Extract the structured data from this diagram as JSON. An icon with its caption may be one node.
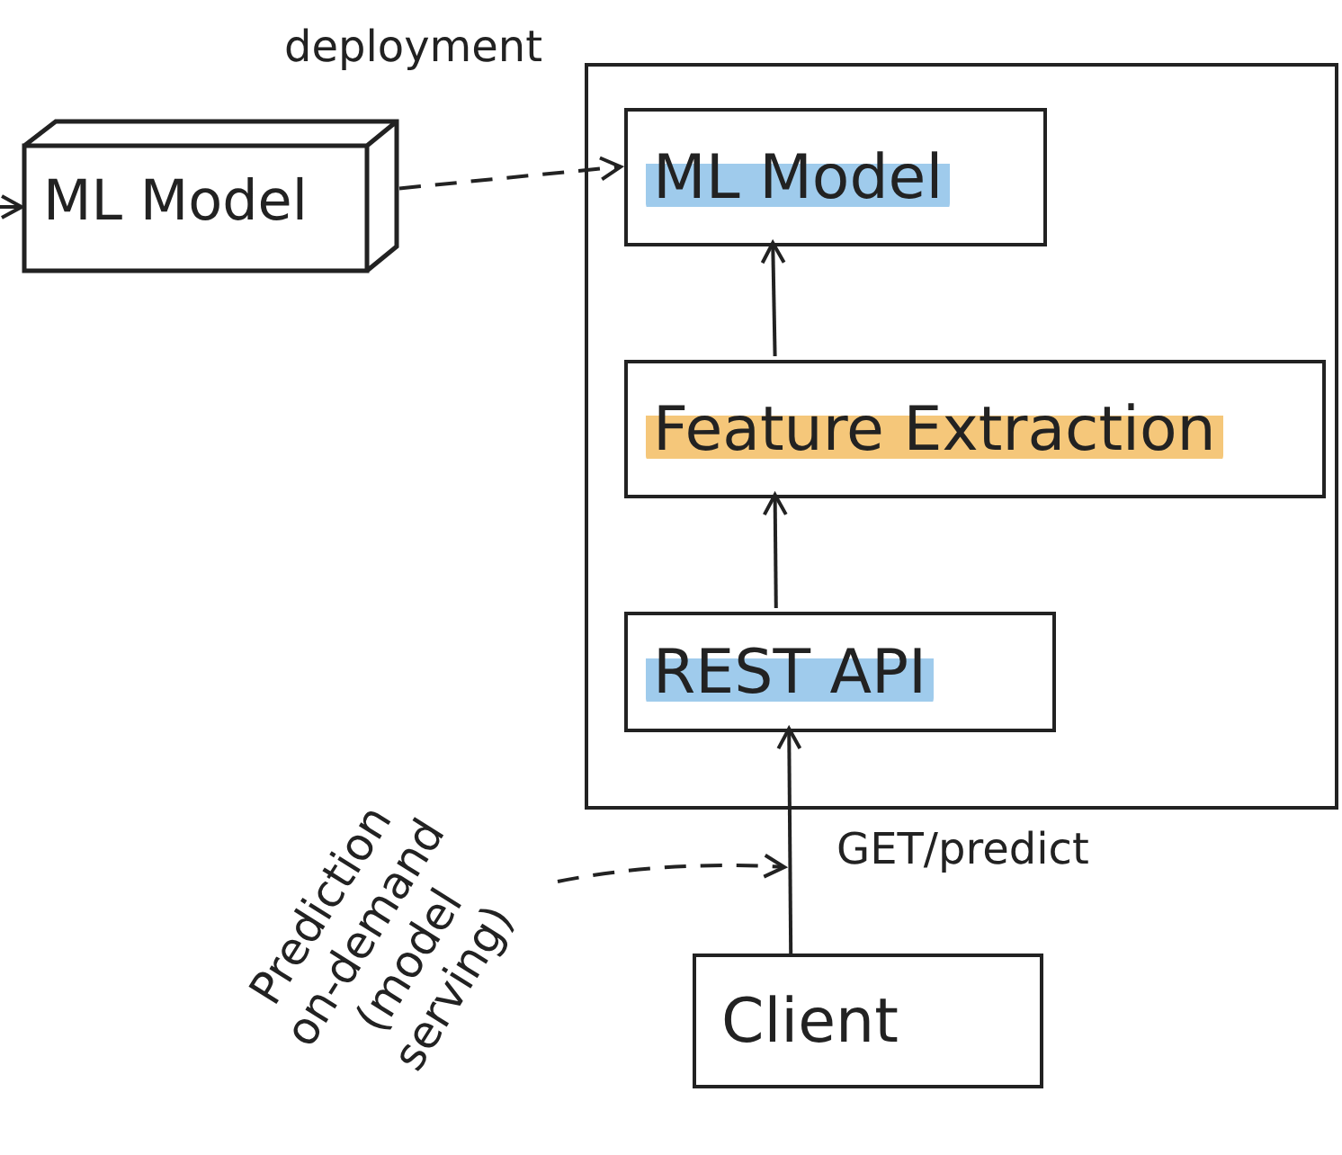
{
  "diagram": {
    "nodes": [
      {
        "text": [
          "ML Model"
        ]
      },
      {
        "text": [],
        "shape": "box"
      },
      {
        "text": [
          "ML Model"
        ],
        "in": 1
      },
      {
        "text": [
          "Feature Extraction"
        ],
        "in": 1
      },
      {
        "text": [
          "REST API"
        ],
        "in": 1
      },
      {
        "text": [
          "Client"
        ]
      },
      {
        "text": [
          "Prediction on-demand (model serving)"
        ]
      }
    ],
    "edges": [
      {
        "from": null,
        "to": 0,
        "arrow": "to"
      },
      {
        "from": 0,
        "to": 2,
        "arrow": "to",
        "style": "dashed",
        "label": "deployment"
      },
      {
        "from": 3,
        "to": 2,
        "arrow": "to"
      },
      {
        "from": 4,
        "to": 3,
        "arrow": "to"
      },
      {
        "from": 5,
        "to": 4,
        "arrow": "to",
        "label": "GET/predict"
      },
      {
        "from": 6,
        "to": null,
        "arrow": "to",
        "style": "dashed"
      }
    ]
  }
}
